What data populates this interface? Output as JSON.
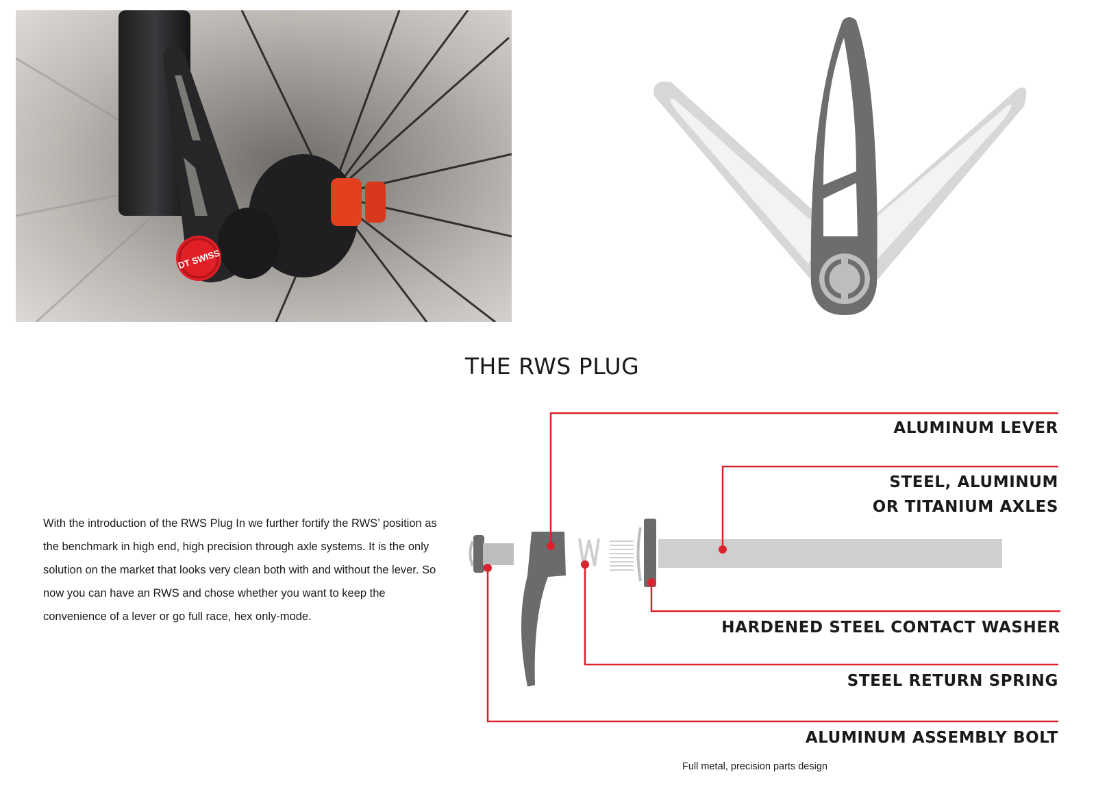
{
  "title": "THE RWS PLUG",
  "intro": "With the introduction of the RWS Plug In we further fortify the RWS’ position as the benchmark in high end, high precision through axle systems. It is the only solution on the market that looks very clean both with and without the lever. So now you can have an RWS and chose whether you want to keep the convenience of a lever or go full race, hex only-mode.",
  "photo": {
    "badge_text": "DT SWISS"
  },
  "callouts": [
    {
      "id": "lever",
      "label": "ALUMINUM LEVER"
    },
    {
      "id": "axles",
      "label": "STEEL, ALUMINUM\nOR TITANIUM AXLES"
    },
    {
      "id": "washer",
      "label": "HARDENED STEEL CONTACT WASHER"
    },
    {
      "id": "spring",
      "label": "STEEL RETURN SPRING"
    },
    {
      "id": "bolt",
      "label": "ALUMINUM ASSEMBLY BOLT"
    }
  ],
  "caption": "Full metal, precision parts design",
  "colors": {
    "accent": "#d9232e",
    "part_dark": "#6b6b6b",
    "part_light": "#cfcfcf",
    "text": "#1a1a1a"
  }
}
